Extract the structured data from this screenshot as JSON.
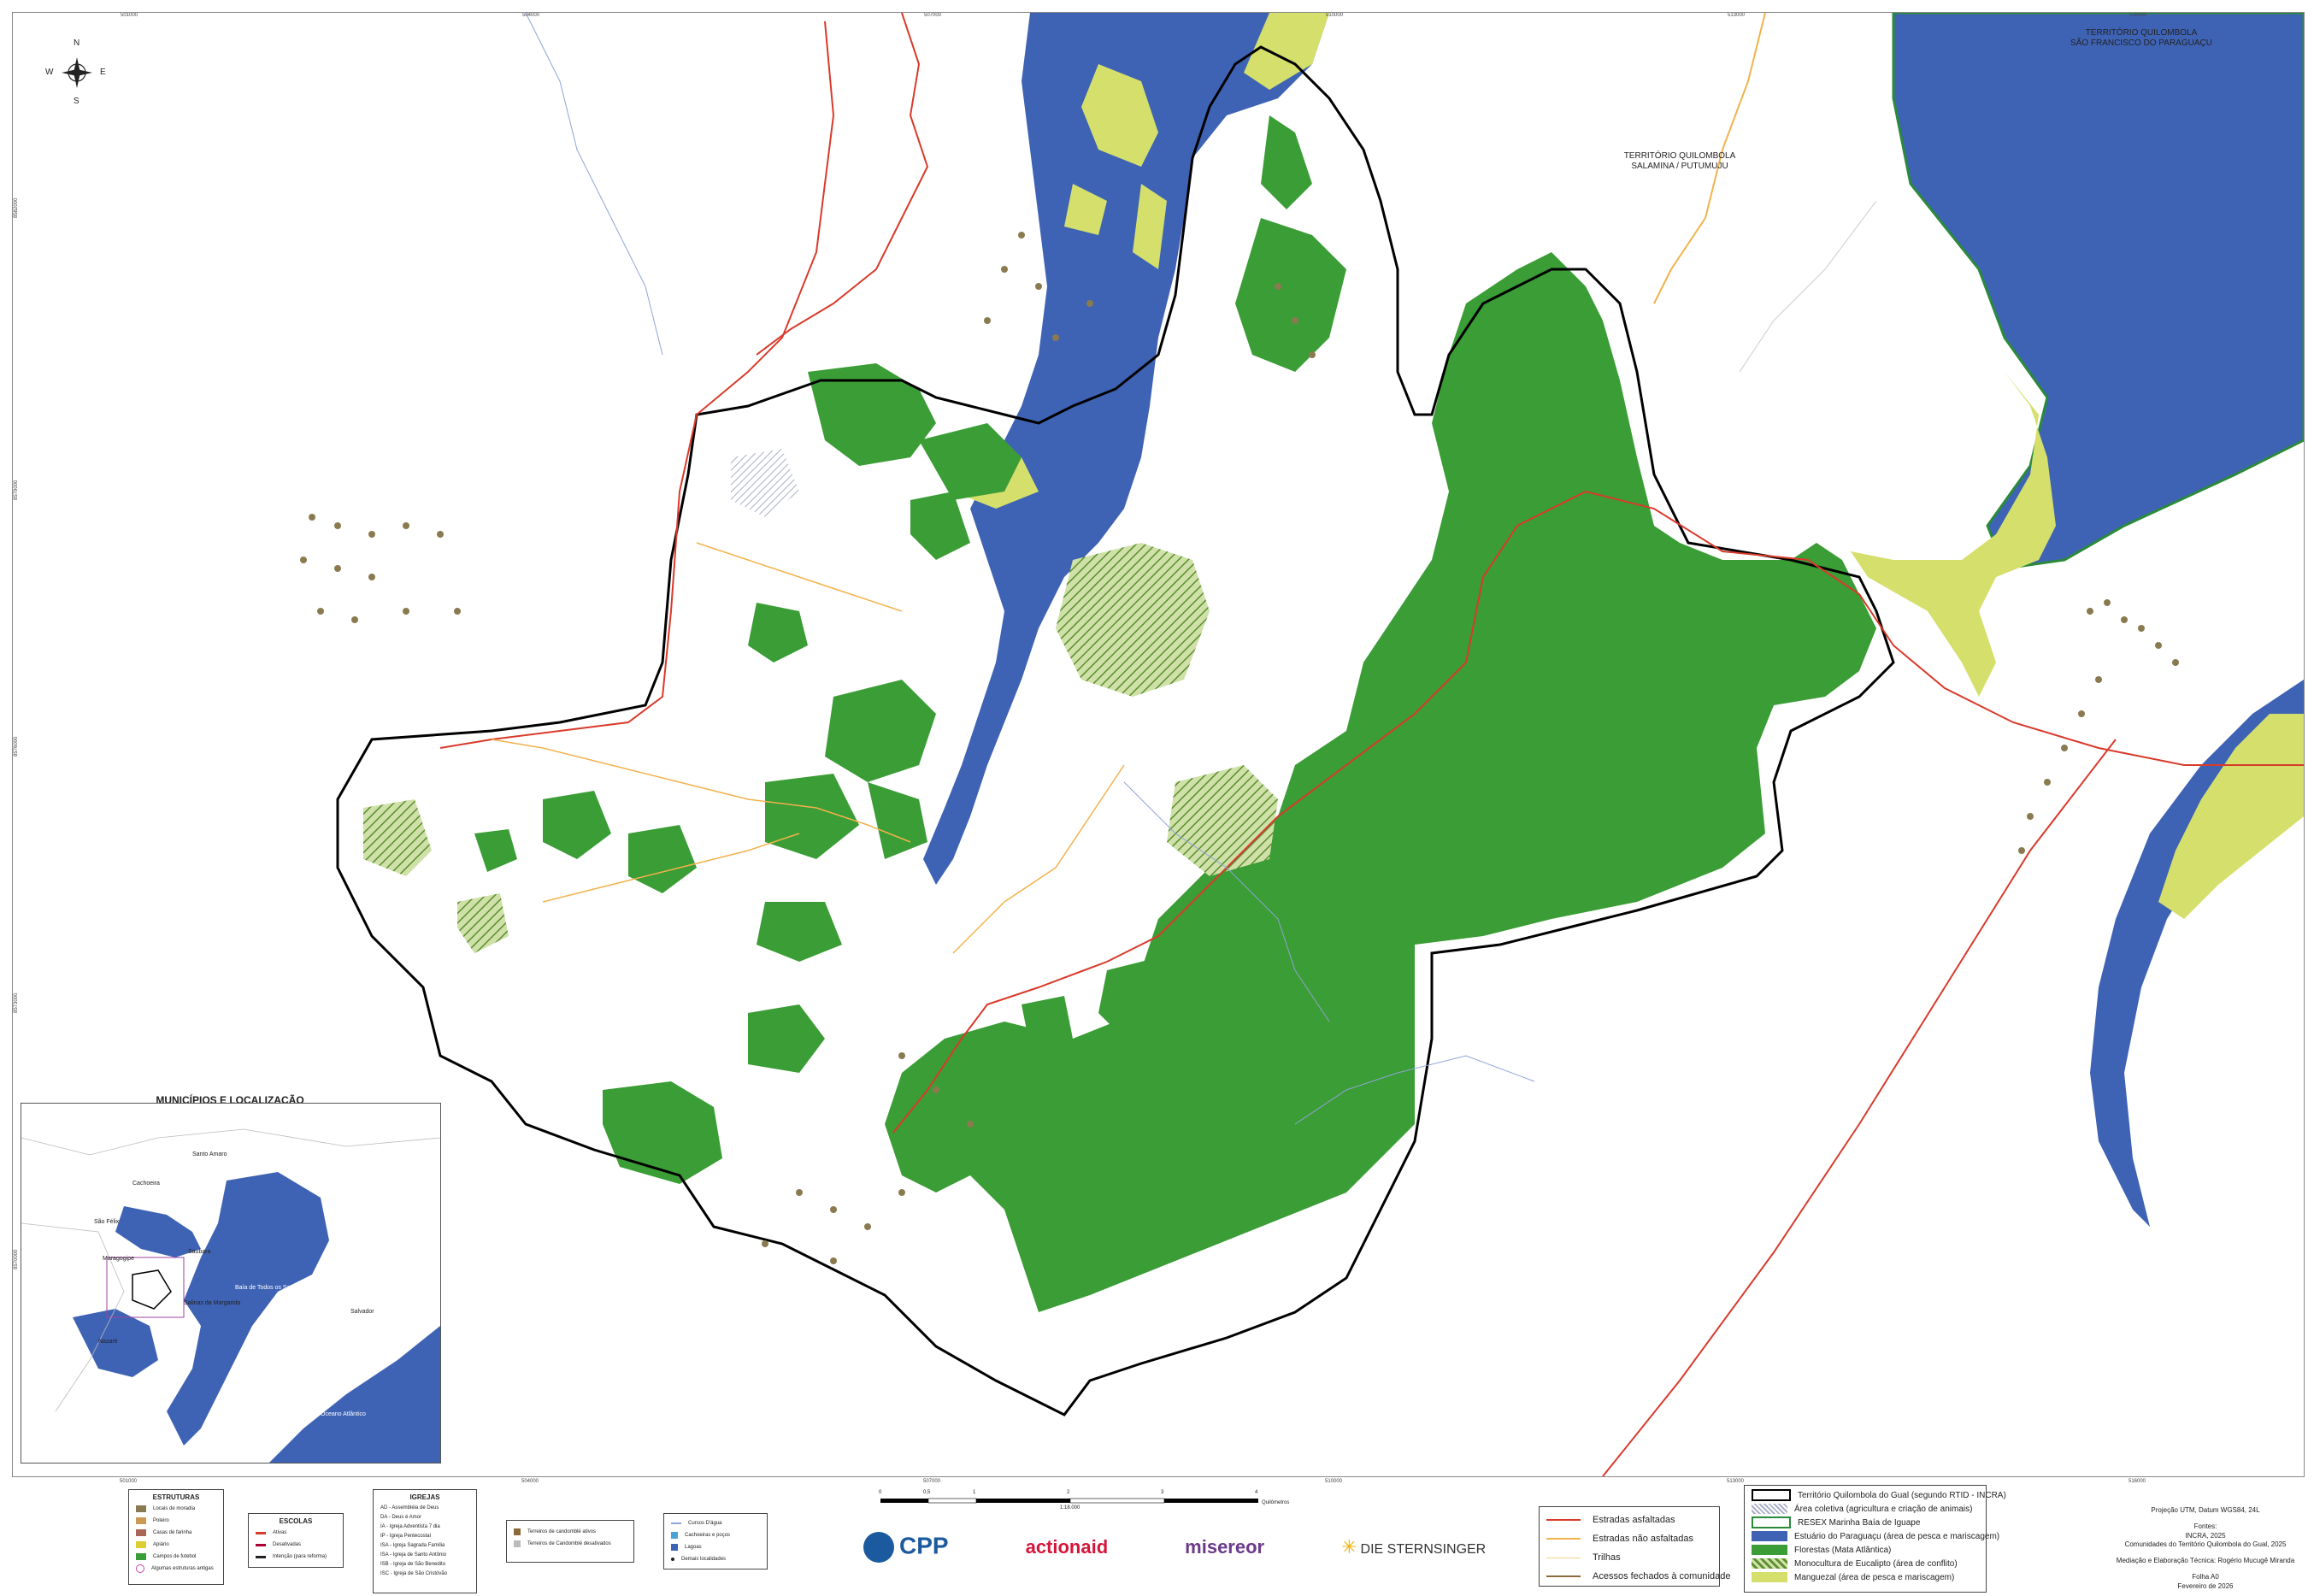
{
  "map": {
    "north_arrow": {
      "n": "N",
      "s": "S",
      "e": "E",
      "w": "W"
    },
    "territory_labels": [
      {
        "name": "sao-francisco",
        "text": "TERRITÓRIO QUILOMBOLA\nSÃO FRANCISCO DO PARAGUAÇU"
      },
      {
        "name": "salamina",
        "text": "TERRITÓRIO QUILOMBOLA\nSALAMINA / PUTUMUJU"
      }
    ],
    "top_coords": [
      "501000",
      "504000",
      "507000",
      "510000",
      "513000",
      "516000"
    ],
    "side_coords": [
      "8582000",
      "8579000",
      "8576000",
      "8573000",
      "8570000"
    ],
    "colors": {
      "estuary": "#3f63b4",
      "forest": "#3a9d35",
      "mangrove": "#d5df6b",
      "eucalyptus_hatch": "#74a845",
      "paved_road": "#d93a2b",
      "unpaved_road": "#f2b24c",
      "trail": "#f5d28a",
      "community_access": "#8a6a3a",
      "river": "#8fa4d8",
      "border": "#000000"
    }
  },
  "inset": {
    "title": "MUNICÍPIOS E LOCALIZAÇÃO",
    "places": [
      "Santo Amaro",
      "Cachoeira",
      "São Félix",
      "Saubara",
      "Maragogipe",
      "Salinas da Margarida",
      "Baía de Todos os Santos",
      "Nazaré",
      "Salvador",
      "Oceano Atlântico"
    ]
  },
  "legend_estruturas": {
    "title": "ESTRUTURAS",
    "items": [
      "Locais de moradia",
      "Poleiro",
      "Casas de farinha",
      "Apiário",
      "Campos de futebol",
      "Algumas estruturas antigas"
    ]
  },
  "legend_escolas": {
    "title": "ESCOLAS",
    "items": [
      "Ativas",
      "Desativadas",
      "Intenção (para reforma)"
    ]
  },
  "legend_igrejas": {
    "title": "IGREJAS",
    "items": [
      "AD - Assembléia de Deus",
      "DA - Deus é Amor",
      "IA - Igreja Adventista 7 dia",
      "IP - Igreja Pentecostal",
      "ISA - Igreja Sagrada Família",
      "ISA - Igreja de Santo Antônio",
      "ISB - Igreja de São Benedito",
      "ISC - Igreja de São Cristóvão"
    ]
  },
  "legend_terreiros": {
    "items": [
      "Terreiros de candomblé ativos",
      "Terreiros de Candomblé desativados"
    ]
  },
  "legend_agua": {
    "items": [
      "Cursos D'água",
      "Cachoeiras e poços",
      "Lagoas",
      "Demais localidades"
    ]
  },
  "scale": {
    "ticks": [
      "0",
      "0,5",
      "1",
      "2",
      "3",
      "4"
    ],
    "unit": "Quilômetros",
    "ratio": "1:18.000"
  },
  "logos": [
    "CPP",
    "actionaid",
    "misereor",
    "DIE STERNSINGER"
  ],
  "legend_lines": {
    "items": [
      "Estradas asfaltadas",
      "Estradas não asfaltadas",
      "Trilhas",
      "Acessos fechados à comunidade"
    ]
  },
  "legend_areas": {
    "items": [
      "Território Quilombola do Gual (segundo RTID - INCRA)",
      "Área coletiva (agricultura e criação de animais)",
      "RESEX Marinha Baía de Iguape",
      "Estuário do Paraguaçu (área de pesca e mariscagem)",
      "Florestas (Mata Atlântica)",
      "Monocultura de Eucalipto (área de conflito)",
      "Manguezal (área de pesca e mariscagem)"
    ]
  },
  "info": {
    "projection": "Projeção UTM, Datum WGS84, 24L",
    "sources_title": "Fontes:",
    "sources": [
      "INCRA, 2025",
      "Comunidades do Território Quilombola do Gual, 2025"
    ],
    "mediation": "Mediação e Elaboração Técnica: Rogério Mucugê Miranda",
    "sheet": "Folha A0",
    "date": "Fevereiro de 2026"
  }
}
